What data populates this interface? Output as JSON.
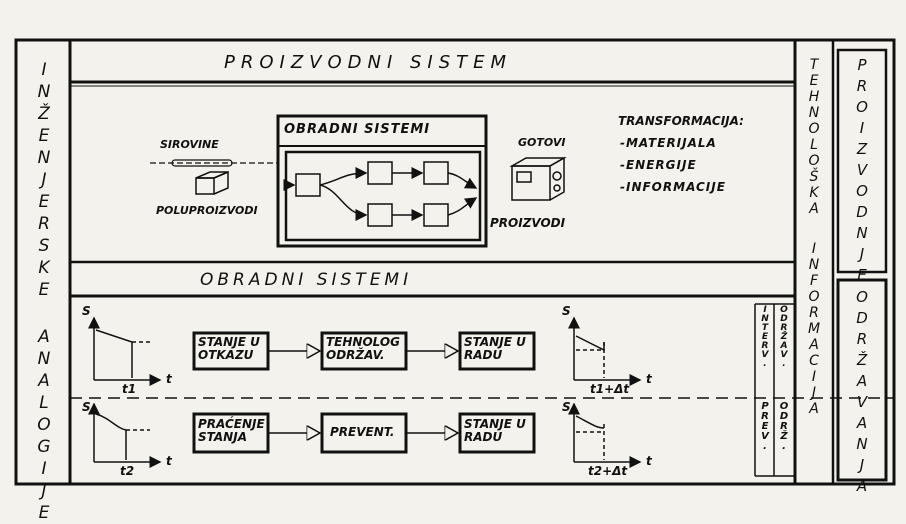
{
  "left_bar": "INŽENJERSKE ANALOGIJE",
  "header_title": "PROIZVODNI SISTEM",
  "top": {
    "inputs_title": "SIROVINE",
    "inputs_subtitle": "POLUPROIZVODI",
    "processing_title": "OBRADNI SISTEMI",
    "outputs_title": "GOTOVI",
    "outputs_subtitle": "PROIZVODI",
    "transform": {
      "title": "TRANSFORMACIJA:",
      "items": [
        "-MATERIJALA",
        "-ENERGIJE",
        "-INFORMACIJE"
      ]
    }
  },
  "middle_title": "OBRADNI SISTEMI",
  "row1": {
    "y_axis": "S",
    "x_axis": "t",
    "t_mark": "t1",
    "t_mark_right": "t1+Δt",
    "boxes": [
      "STANJE U OTKAZU",
      "TEHNOLOG ODRŽAV.",
      "STANJE U RADU"
    ]
  },
  "row2": {
    "y_axis": "S",
    "x_axis": "t",
    "t_mark": "t2",
    "t_mark_right": "t2+Δt",
    "boxes": [
      "PRAĆENJE STANJA",
      "PREVENT.",
      "STANJE U RADU"
    ]
  },
  "small_cols": {
    "interv": "INTERV.",
    "odrzav_top": "ODRŽAV.",
    "prev": "PREV.",
    "odrz_bottom": "ODRŽ."
  },
  "right_col1": "TEHNOLOŠKA INFORMACIJA",
  "right_col2_top": "PROIZVODNJE",
  "right_col2_bottom": "ODRŽAVANJA"
}
